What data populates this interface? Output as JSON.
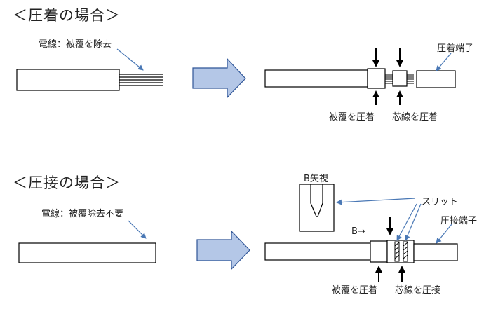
{
  "sections": {
    "crimp": {
      "heading": "＜圧着の場合＞",
      "wire_label": "電線：被覆を除去",
      "terminal_label": "圧着端子",
      "insulation_crimp_label": "被覆を圧着",
      "core_crimp_label": "芯線を圧着"
    },
    "idc": {
      "heading": "＜圧接の場合＞",
      "wire_label": "電線：被覆除去不要",
      "terminal_label": "圧接端子",
      "view_label": "B矢視",
      "view_arrow_label": "B→",
      "slit_label": "スリット",
      "insulation_crimp_label": "被覆を圧着",
      "core_press_label": "芯線を圧接"
    }
  },
  "colors": {
    "process_arrow_fill": "#b4c7e7",
    "process_arrow_stroke": "#2f5597",
    "callout_line": "#4a78b5",
    "line": "#000000"
  }
}
